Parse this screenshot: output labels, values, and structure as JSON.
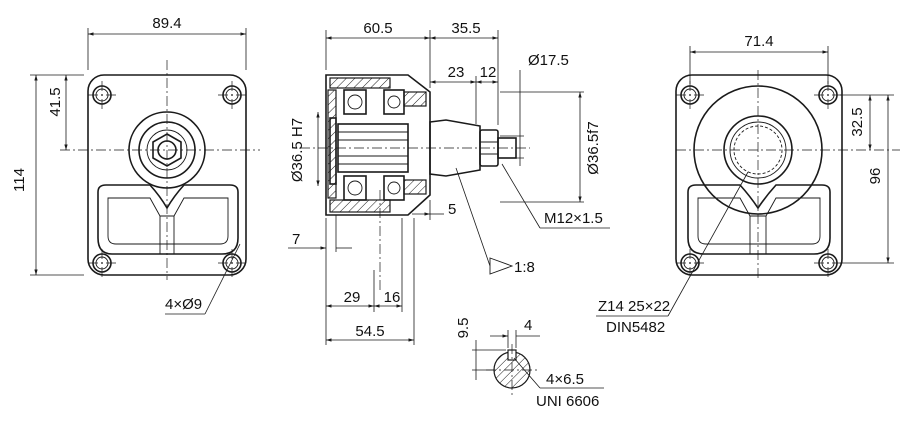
{
  "labels": {
    "front_width": "89.4",
    "front_height": "114",
    "front_center": "41.5",
    "front_holes": "4×Ø9",
    "side_body_len": "60.5",
    "side_shaft_len": "35.5",
    "side_23": "23",
    "side_12": "12",
    "side_d175": "Ø17.5",
    "side_pilot": "Ø36.5 H7",
    "side_shaft_dia": "Ø36.5f7",
    "side_5": "5",
    "side_7": "7",
    "side_thread": "M12×1.5",
    "side_taper": "1:8",
    "side_29": "29",
    "side_16": "16",
    "side_545": "54.5",
    "key_95": "9.5",
    "key_4": "4",
    "key_size": "4×6.5",
    "key_std": "UNI 6606",
    "rear_width": "71.4",
    "rear_325": "32.5",
    "rear_96": "96",
    "rear_spline": "Z14 25×22",
    "rear_std": "DIN5482"
  }
}
